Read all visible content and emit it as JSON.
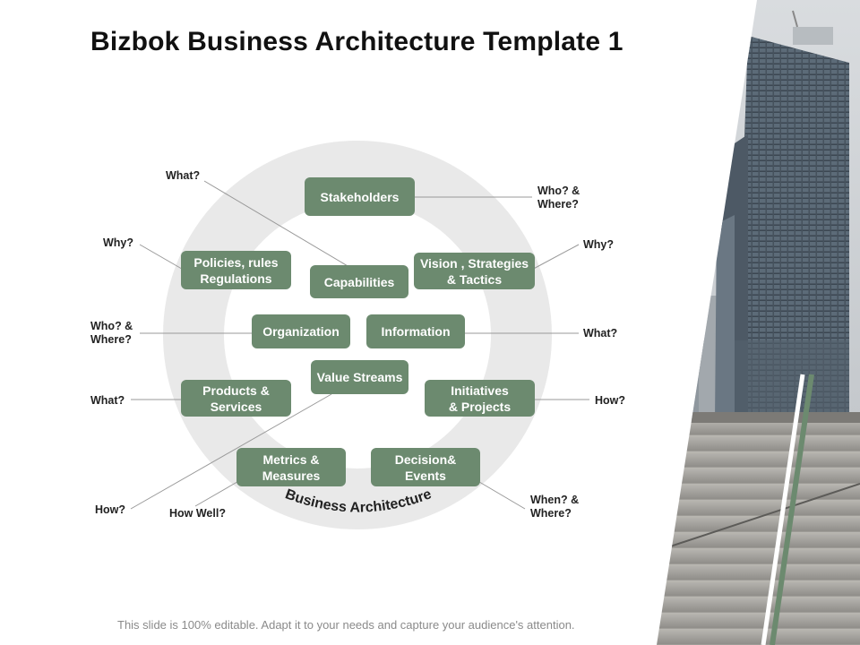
{
  "title": "Bizbok Business Architecture Template 1",
  "footer": "This slide is 100% editable. Adapt it to your needs and capture your audience's attention.",
  "ring_label": "Business Architecture",
  "colors": {
    "box": "#6c8a6f",
    "ring": "#e9e9e9",
    "accent_line": "#6c8a6f"
  },
  "boxes": {
    "stakeholders": "Stakeholders",
    "policies": "Policies, rules\nRegulations",
    "capabilities": "Capabilities",
    "vision": "Vision , Strategies\n& Tactics",
    "organization": "Organization",
    "information": "Information",
    "value_streams": "Value Streams",
    "products": "Products &\nServices",
    "initiatives": "Initiatives\n& Projects",
    "metrics": "Metrics &\nMeasures",
    "decision": "Decision&\nEvents"
  },
  "questions": {
    "q_capabilities": "What?",
    "q_stakeholders": "Who? &\nWhere?",
    "q_policies": "Why?",
    "q_vision": "Why?",
    "q_organization": "Who? &\nWhere?",
    "q_information": "What?",
    "q_products": "What?",
    "q_initiatives": "How?",
    "q_value_streams": "How?",
    "q_metrics": "How Well?",
    "q_decision": "When? &\nWhere?"
  }
}
